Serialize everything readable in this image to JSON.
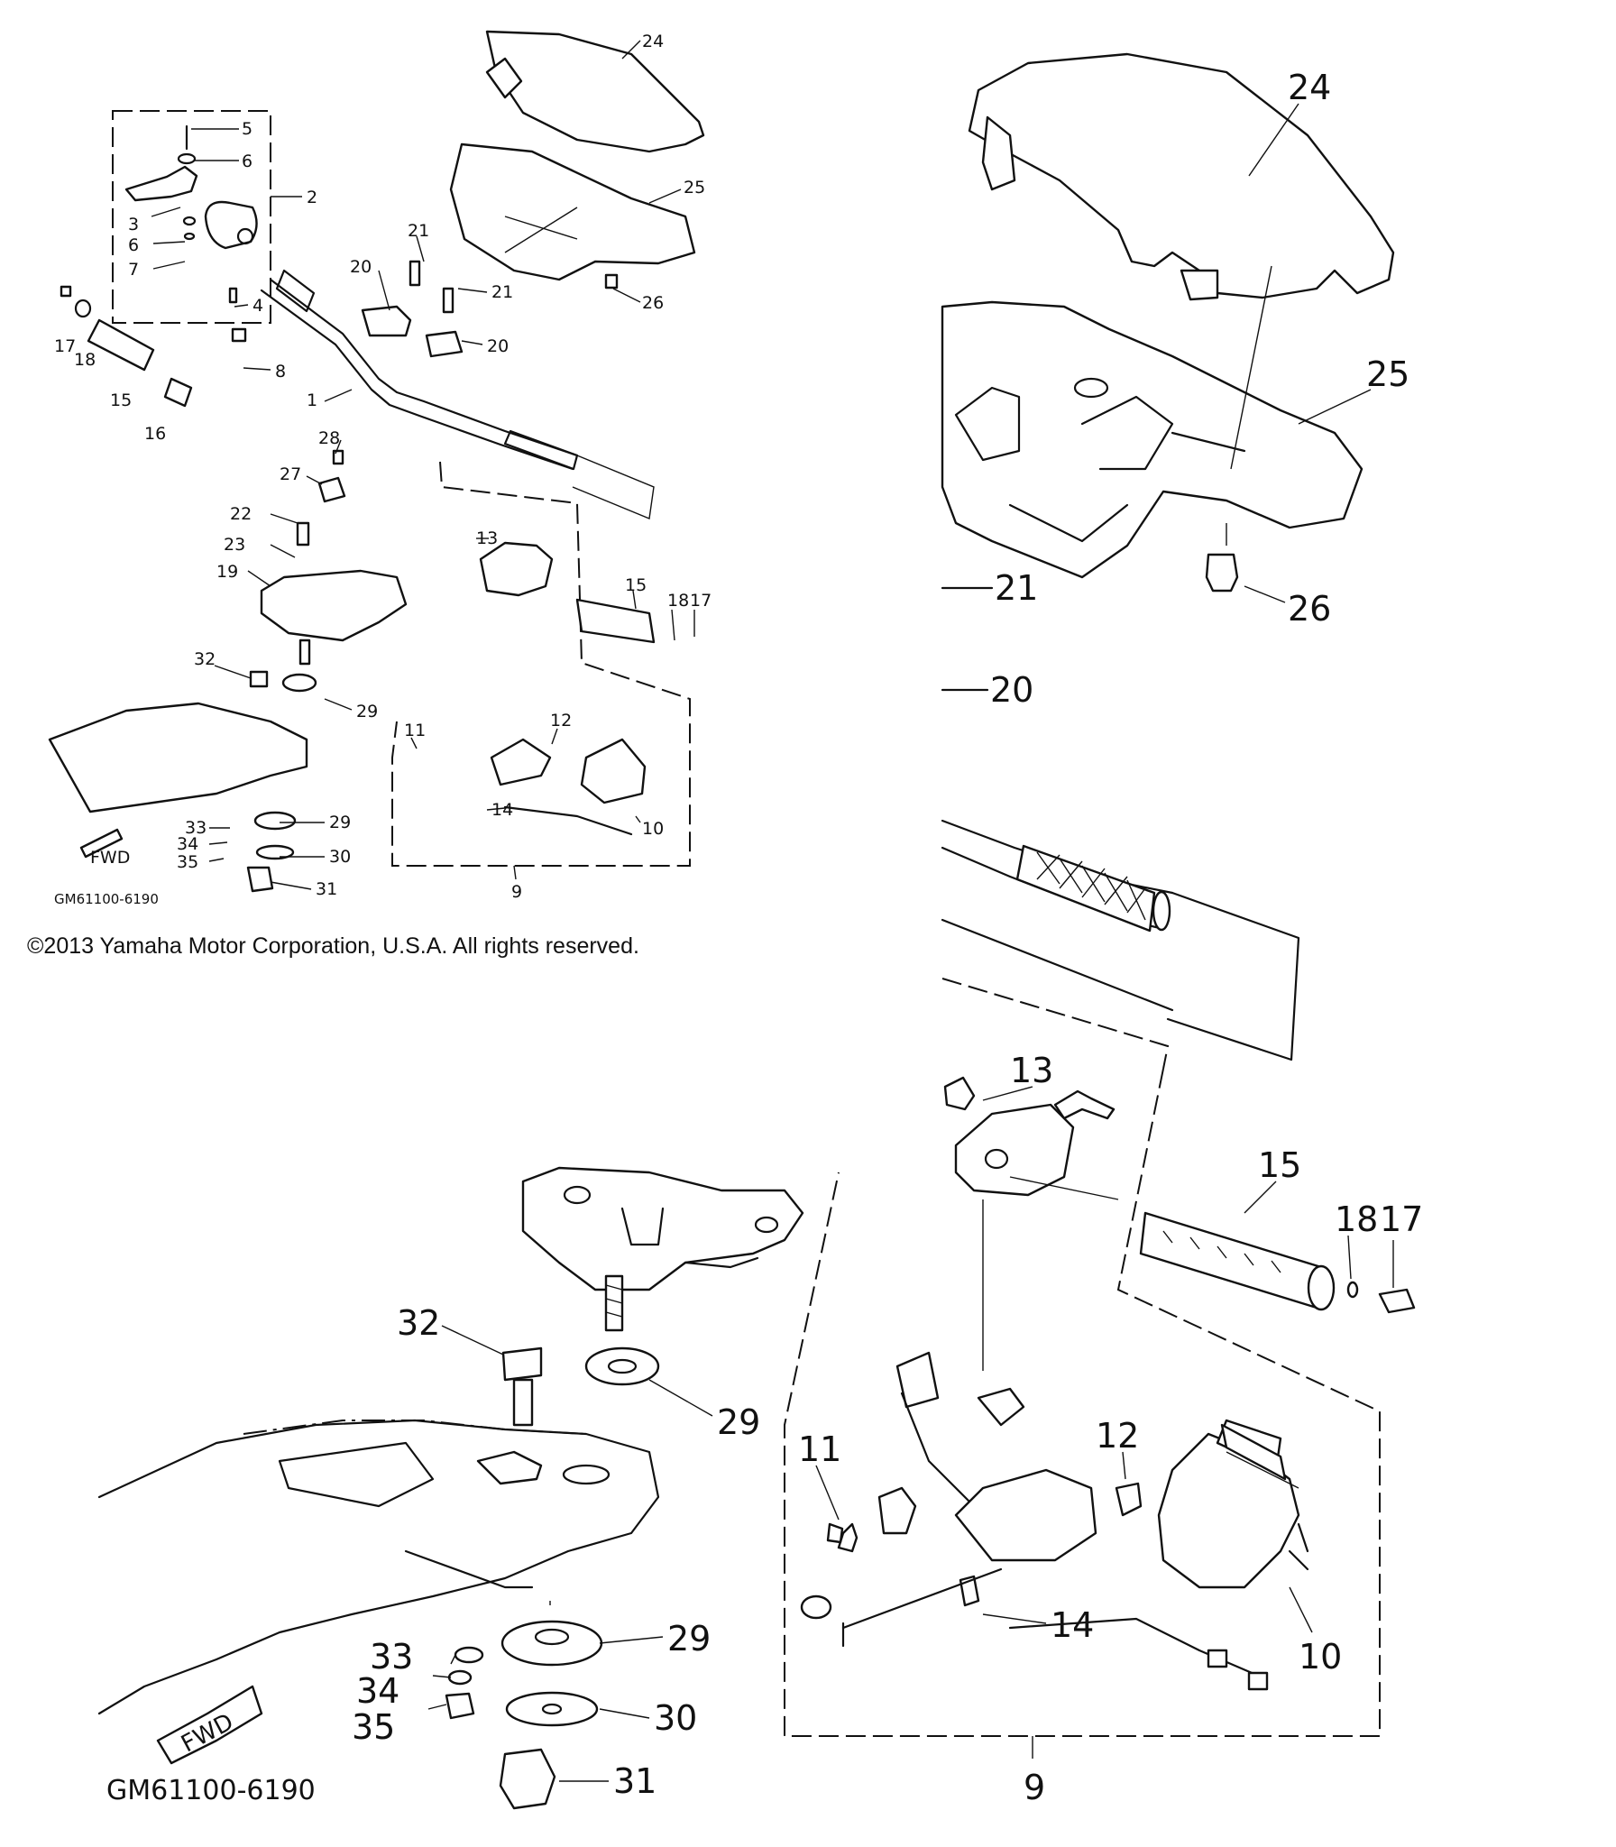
{
  "copyright": "©2013 Yamaha Motor Corporation, U.S.A. All rights reserved.",
  "diagram_code": "GM61100-6190",
  "fwd_label": "FWD",
  "overview_labels": {
    "p1": "1",
    "p2": "2",
    "p3": "3",
    "p4": "4",
    "p5": "5",
    "p6a": "6",
    "p6b": "6",
    "p7": "7",
    "p8": "8",
    "p9": "9",
    "p10": "10",
    "p11": "11",
    "p12": "12",
    "p13": "13",
    "p14": "14",
    "p15a": "15",
    "p15b": "15",
    "p16": "16",
    "p17a": "17",
    "p17b": "17",
    "p18a": "18",
    "p18b": "18",
    "p19": "19",
    "p20a": "20",
    "p20b": "20",
    "p21a": "21",
    "p21b": "21",
    "p22": "22",
    "p23": "23",
    "p24": "24",
    "p25": "25",
    "p26": "26",
    "p27": "27",
    "p28": "28",
    "p29a": "29",
    "p29b": "29",
    "p30": "30",
    "p31": "31",
    "p32": "32",
    "p33": "33",
    "p34": "34",
    "p35": "35"
  },
  "detail_cover_labels": {
    "p24": "24",
    "p25": "25",
    "p26": "26",
    "p21": "21",
    "p20": "20"
  },
  "detail_switch_labels": {
    "p13": "13",
    "p15": "15",
    "p18": "18",
    "p17": "17",
    "p12": "12",
    "p11": "11",
    "p14": "14",
    "p10": "10",
    "p9": "9"
  },
  "detail_mount_labels": {
    "p32": "32",
    "p29a": "29",
    "p29b": "29",
    "p33": "33",
    "p34": "34",
    "p35": "35",
    "p30": "30",
    "p31": "31"
  }
}
